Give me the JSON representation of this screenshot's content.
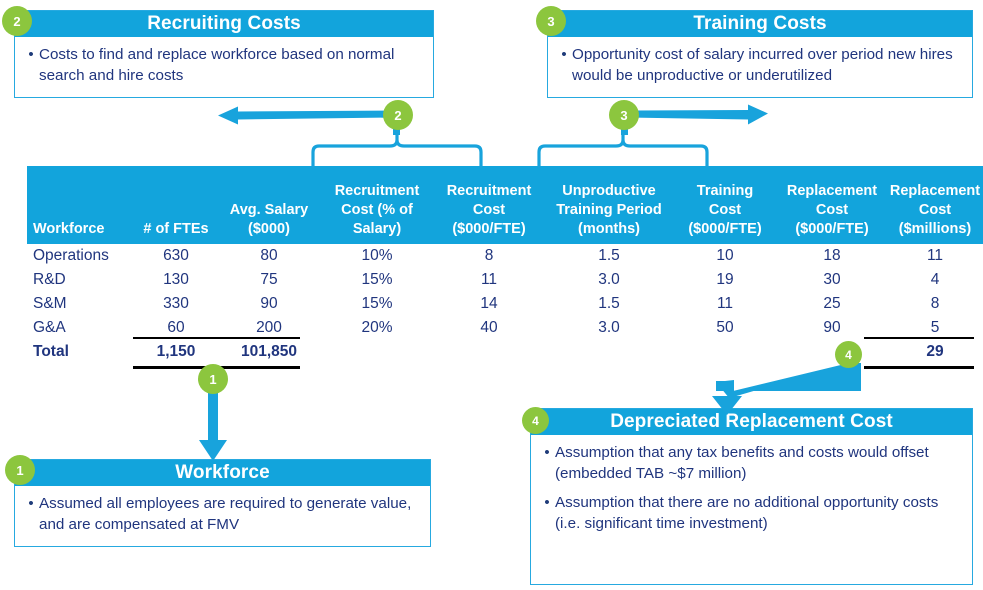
{
  "theme": {
    "blue": "#12A4DC",
    "border_blue": "#26A9E0",
    "green": "#8CC63E",
    "text_navy": "#20357E",
    "rule_black": "#000000"
  },
  "callouts": {
    "recruiting": {
      "badge": "2",
      "title": "Recruiting Costs",
      "bullets": [
        "Costs to find and replace workforce based on normal search and hire costs"
      ]
    },
    "training": {
      "badge": "3",
      "title": "Training Costs",
      "bullets": [
        "Opportunity cost of salary incurred over period new hires would be unproductive or underutilized"
      ]
    },
    "workforce": {
      "badge": "1",
      "title": "Workforce",
      "bullets": [
        "Assumed all employees are required to generate value, and are compensated at FMV"
      ]
    },
    "depreciated": {
      "badge": "4",
      "title": "Depreciated Replacement Cost",
      "bullets": [
        "Assumption that any tax benefits and costs would offset  (embedded TAB ~$7 million)",
        "Assumption that there are no additional opportunity costs (i.e. significant time investment)"
      ]
    }
  },
  "connector_badges": {
    "recruiting_link": "2",
    "training_link": "3",
    "bracket_two": "2",
    "bracket_three": "3",
    "workforce_link": "1",
    "depreciated_link": "4"
  },
  "bullet_glyph": "•",
  "table": {
    "columns": [
      {
        "lines": [
          "Workforce"
        ]
      },
      {
        "lines": [
          "# of FTEs"
        ]
      },
      {
        "lines": [
          "Avg. Salary",
          "($000)"
        ]
      },
      {
        "lines": [
          "Recruitment",
          "Cost (% of",
          "Salary)"
        ]
      },
      {
        "lines": [
          "Recruitment",
          "Cost",
          "($000/FTE)"
        ]
      },
      {
        "lines": [
          "Unproductive",
          "Training Period",
          "(months)"
        ]
      },
      {
        "lines": [
          "Training",
          "Cost",
          "($000/FTE)"
        ]
      },
      {
        "lines": [
          "Replacement",
          "Cost",
          "($000/FTE)"
        ]
      },
      {
        "lines": [
          "Replacement",
          "Cost",
          "($millions)"
        ]
      }
    ],
    "rows": [
      {
        "cells": [
          "Operations",
          "630",
          "80",
          "10%",
          "8",
          "1.5",
          "10",
          "18",
          "11"
        ]
      },
      {
        "cells": [
          "R&D",
          "130",
          "75",
          "15%",
          "11",
          "3.0",
          "19",
          "30",
          "4"
        ]
      },
      {
        "cells": [
          "S&M",
          "330",
          "90",
          "15%",
          "14",
          "1.5",
          "11",
          "25",
          "8"
        ]
      },
      {
        "cells": [
          "G&A",
          "60",
          "200",
          "20%",
          "40",
          "3.0",
          "50",
          "90",
          "5"
        ]
      }
    ],
    "total": {
      "cells": [
        "Total",
        "1,150",
        "101,850",
        "",
        "",
        "",
        "",
        "",
        "29"
      ]
    }
  }
}
